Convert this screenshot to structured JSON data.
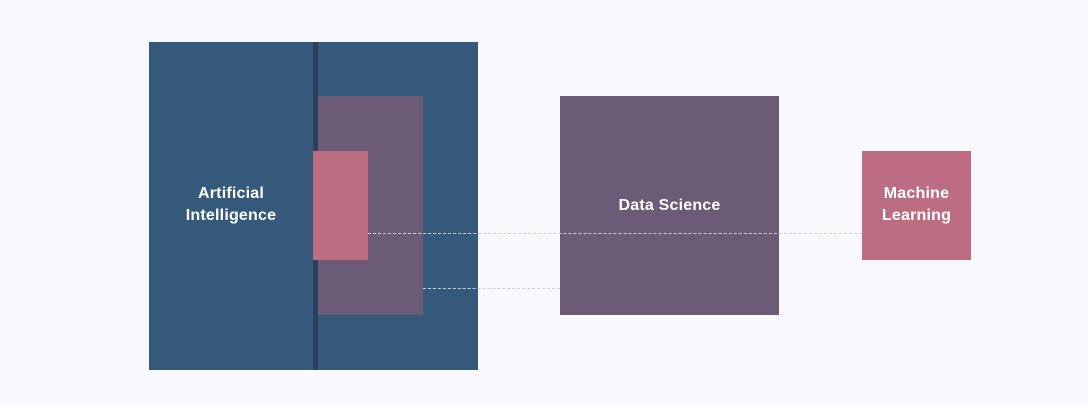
{
  "diagram": {
    "ai": {
      "label_line1": "Artificial",
      "label_line2": "Intelligence",
      "color": "#35597b",
      "divider_color": "#2c3f5c"
    },
    "data_science": {
      "label": "Data Science",
      "color": "#6b5b77"
    },
    "machine_learning": {
      "label_line1": "Machine",
      "label_line2": "Learning",
      "color": "#bc6d82"
    },
    "connector_color": "#cfd0d8",
    "background_color": "#f9f9fd"
  }
}
